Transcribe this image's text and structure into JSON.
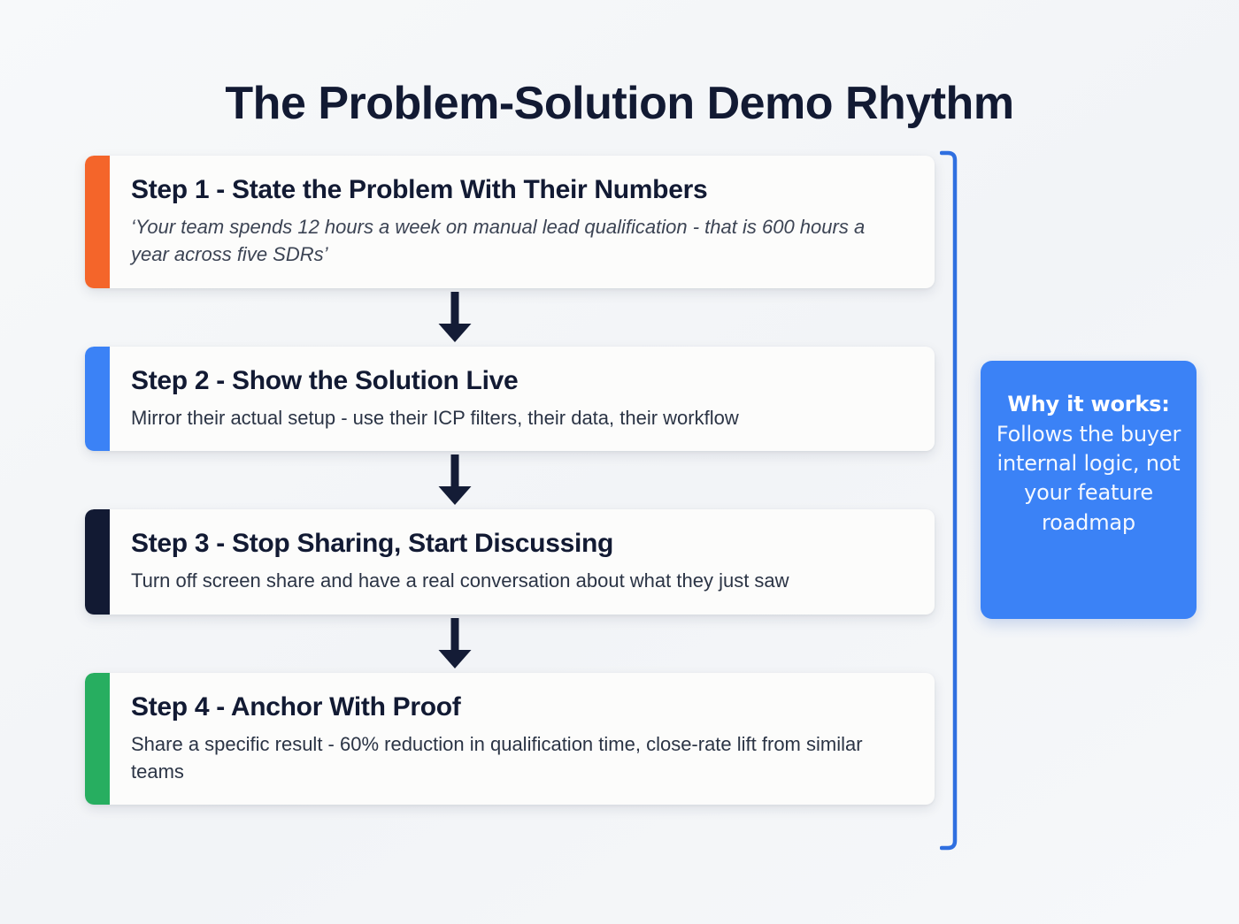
{
  "page": {
    "title": "The Problem-Solution Demo Rhythm",
    "background_color": "#f4f6f8"
  },
  "colors": {
    "title_text": "#121a33",
    "card_background": "#fcfcfb",
    "arrow": "#141c36",
    "bracket": "#2f6fe0",
    "accent_step1": "#f4652a",
    "accent_step2": "#3b82f6",
    "accent_step3": "#121a33",
    "accent_step4": "#27ae60",
    "callout_background": "#3b82f6",
    "callout_text": "#ffffff"
  },
  "flow": {
    "connector_icon": "down-arrow-icon",
    "steps": [
      {
        "id": "step-1",
        "title": "Step 1 - State the Problem With Their Numbers",
        "description": "‘Your team spends 12 hours a week on manual lead qualification - that is 600 hours a year across five SDRs’",
        "description_italic": true,
        "accent_color": "#f4652a"
      },
      {
        "id": "step-2",
        "title": "Step 2 - Show the Solution Live",
        "description": "Mirror their actual setup - use their ICP filters, their data, their workflow",
        "description_italic": false,
        "accent_color": "#3b82f6"
      },
      {
        "id": "step-3",
        "title": "Step 3 - Stop Sharing, Start Discussing",
        "description": "Turn off screen share and have a real conversation about what they just saw",
        "description_italic": false,
        "accent_color": "#121a33"
      },
      {
        "id": "step-4",
        "title": "Step 4 - Anchor With Proof",
        "description": "Share a specific result - 60% reduction in qualification time, close-rate lift from similar teams",
        "description_italic": false,
        "accent_color": "#27ae60"
      }
    ]
  },
  "callout": {
    "label": "Why it works:",
    "text": "Follows the buyer internal logic, not your feature roadmap"
  }
}
